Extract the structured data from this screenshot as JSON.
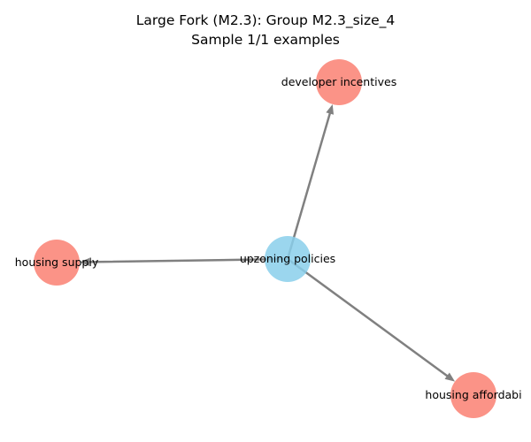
{
  "title": {
    "line1": "Large Fork (M2.3): Group M2.3_size_4",
    "line2": "Sample 1/1 examples"
  },
  "colors": {
    "center_node": "#89CFEB",
    "leaf_node": "#FA8072",
    "edge": "#808080"
  },
  "graph": {
    "nodes": [
      {
        "id": "upzoning",
        "label": "upzoning policies",
        "role": "center"
      },
      {
        "id": "developer",
        "label": "developer incentives",
        "role": "leaf"
      },
      {
        "id": "supply",
        "label": "housing supply",
        "role": "leaf"
      },
      {
        "id": "afford",
        "label": "housing affordabi",
        "role": "leaf"
      }
    ],
    "edges": [
      {
        "from": "upzoning",
        "to": "developer"
      },
      {
        "from": "upzoning",
        "to": "supply"
      },
      {
        "from": "upzoning",
        "to": "afford"
      }
    ]
  }
}
